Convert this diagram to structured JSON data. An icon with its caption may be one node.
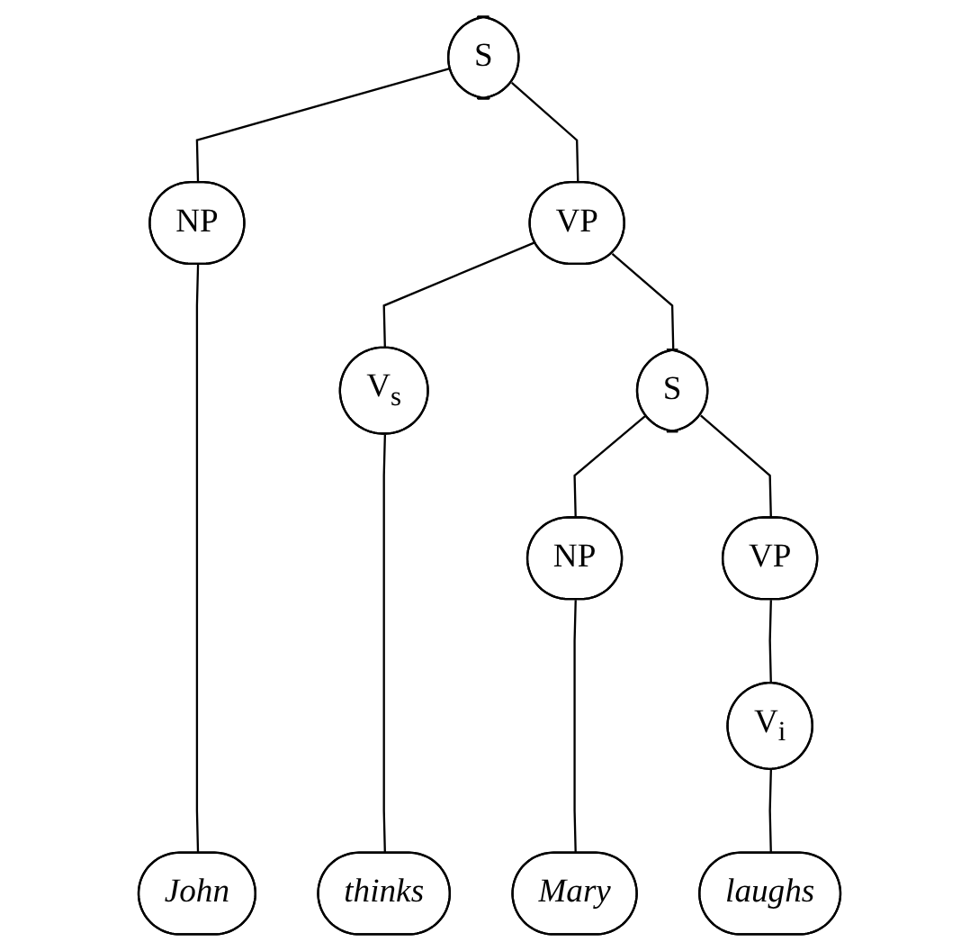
{
  "diagram": {
    "nodes": [
      {
        "text": [
          "S"
        ]
      },
      {
        "text": [
          "NP"
        ]
      },
      {
        "text": [
          "VP"
        ]
      },
      {
        "text": [
          "V$_{s}$"
        ]
      },
      {
        "text": [
          "S"
        ]
      },
      {
        "text": [
          "NP"
        ]
      },
      {
        "text": [
          "VP"
        ]
      },
      {
        "text": [
          "V$_{i}$"
        ]
      },
      {
        "text": [
          "John"
        ]
      },
      {
        "text": [
          "thinks"
        ]
      },
      {
        "text": [
          "Mary"
        ]
      },
      {
        "text": [
          "laughs"
        ]
      }
    ],
    "edges": [
      {
        "from": 0,
        "to": 1,
        "arrow": "none"
      },
      {
        "from": 0,
        "to": 2,
        "arrow": "none"
      },
      {
        "from": 1,
        "to": 8,
        "arrow": "none"
      },
      {
        "from": 2,
        "to": 3,
        "arrow": "none"
      },
      {
        "from": 2,
        "to": 4,
        "arrow": "none"
      },
      {
        "from": 3,
        "to": 9,
        "arrow": "none"
      },
      {
        "from": 4,
        "to": 5,
        "arrow": "none"
      },
      {
        "from": 4,
        "to": 6,
        "arrow": "none"
      },
      {
        "from": 5,
        "to": 10,
        "arrow": "none"
      },
      {
        "from": 6,
        "to": 7,
        "arrow": "none"
      },
      {
        "from": 7,
        "to": 11,
        "arrow": "none"
      }
    ]
  }
}
